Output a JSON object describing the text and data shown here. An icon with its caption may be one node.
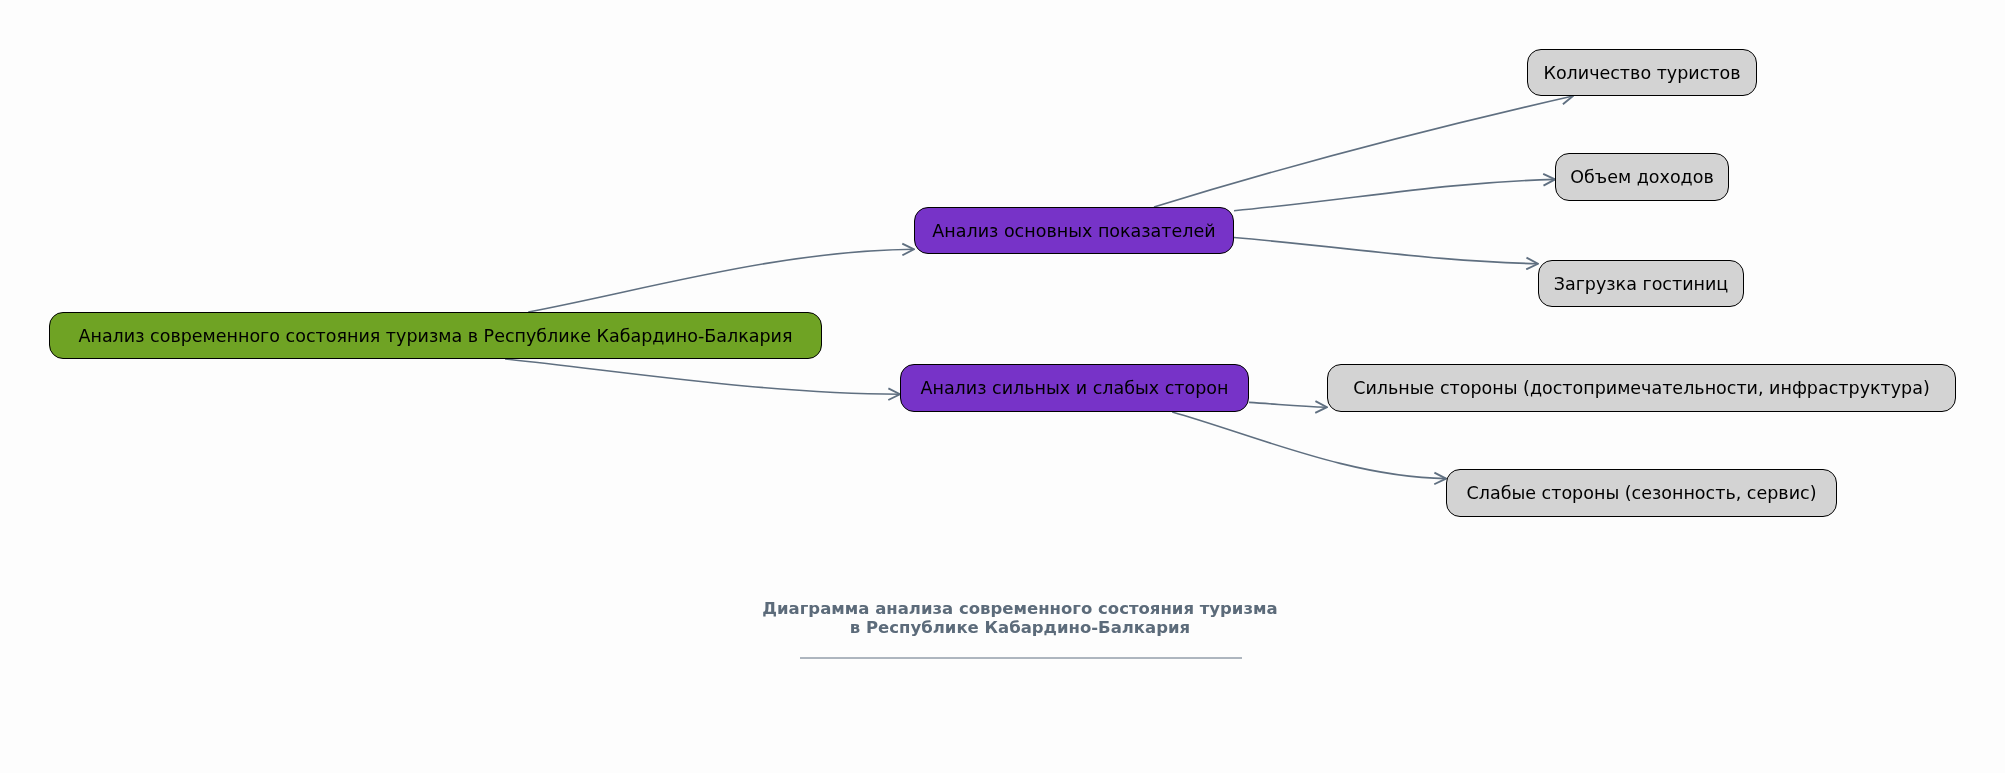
{
  "diagram": {
    "caption": "Диаграмма анализа современного состояния туризма в Республике Кабардино-Балкария",
    "nodes": [
      {
        "text": [
          "Анализ современного состояния туризма в Республике Кабардино-Балкария"
        ]
      },
      {
        "text": [
          "Анализ основных показателей"
        ]
      },
      {
        "text": [
          "Анализ сильных и слабых сторон"
        ]
      },
      {
        "text": [
          "Количество туристов"
        ]
      },
      {
        "text": [
          "Объем доходов"
        ]
      },
      {
        "text": [
          "Загрузка гостиниц"
        ]
      },
      {
        "text": [
          "Сильные стороны (достопримечательности, инфраструктура)"
        ]
      },
      {
        "text": [
          "Слабые стороны (сезонность, сервис)"
        ]
      }
    ],
    "edges": [
      {
        "from": 0,
        "to": 1,
        "arrow": "to"
      },
      {
        "from": 0,
        "to": 2,
        "arrow": "to"
      },
      {
        "from": 1,
        "to": 3,
        "arrow": "to"
      },
      {
        "from": 1,
        "to": 4,
        "arrow": "to"
      },
      {
        "from": 1,
        "to": 5,
        "arrow": "to"
      },
      {
        "from": 2,
        "to": 6,
        "arrow": "to"
      },
      {
        "from": 2,
        "to": 7,
        "arrow": "to"
      }
    ]
  }
}
